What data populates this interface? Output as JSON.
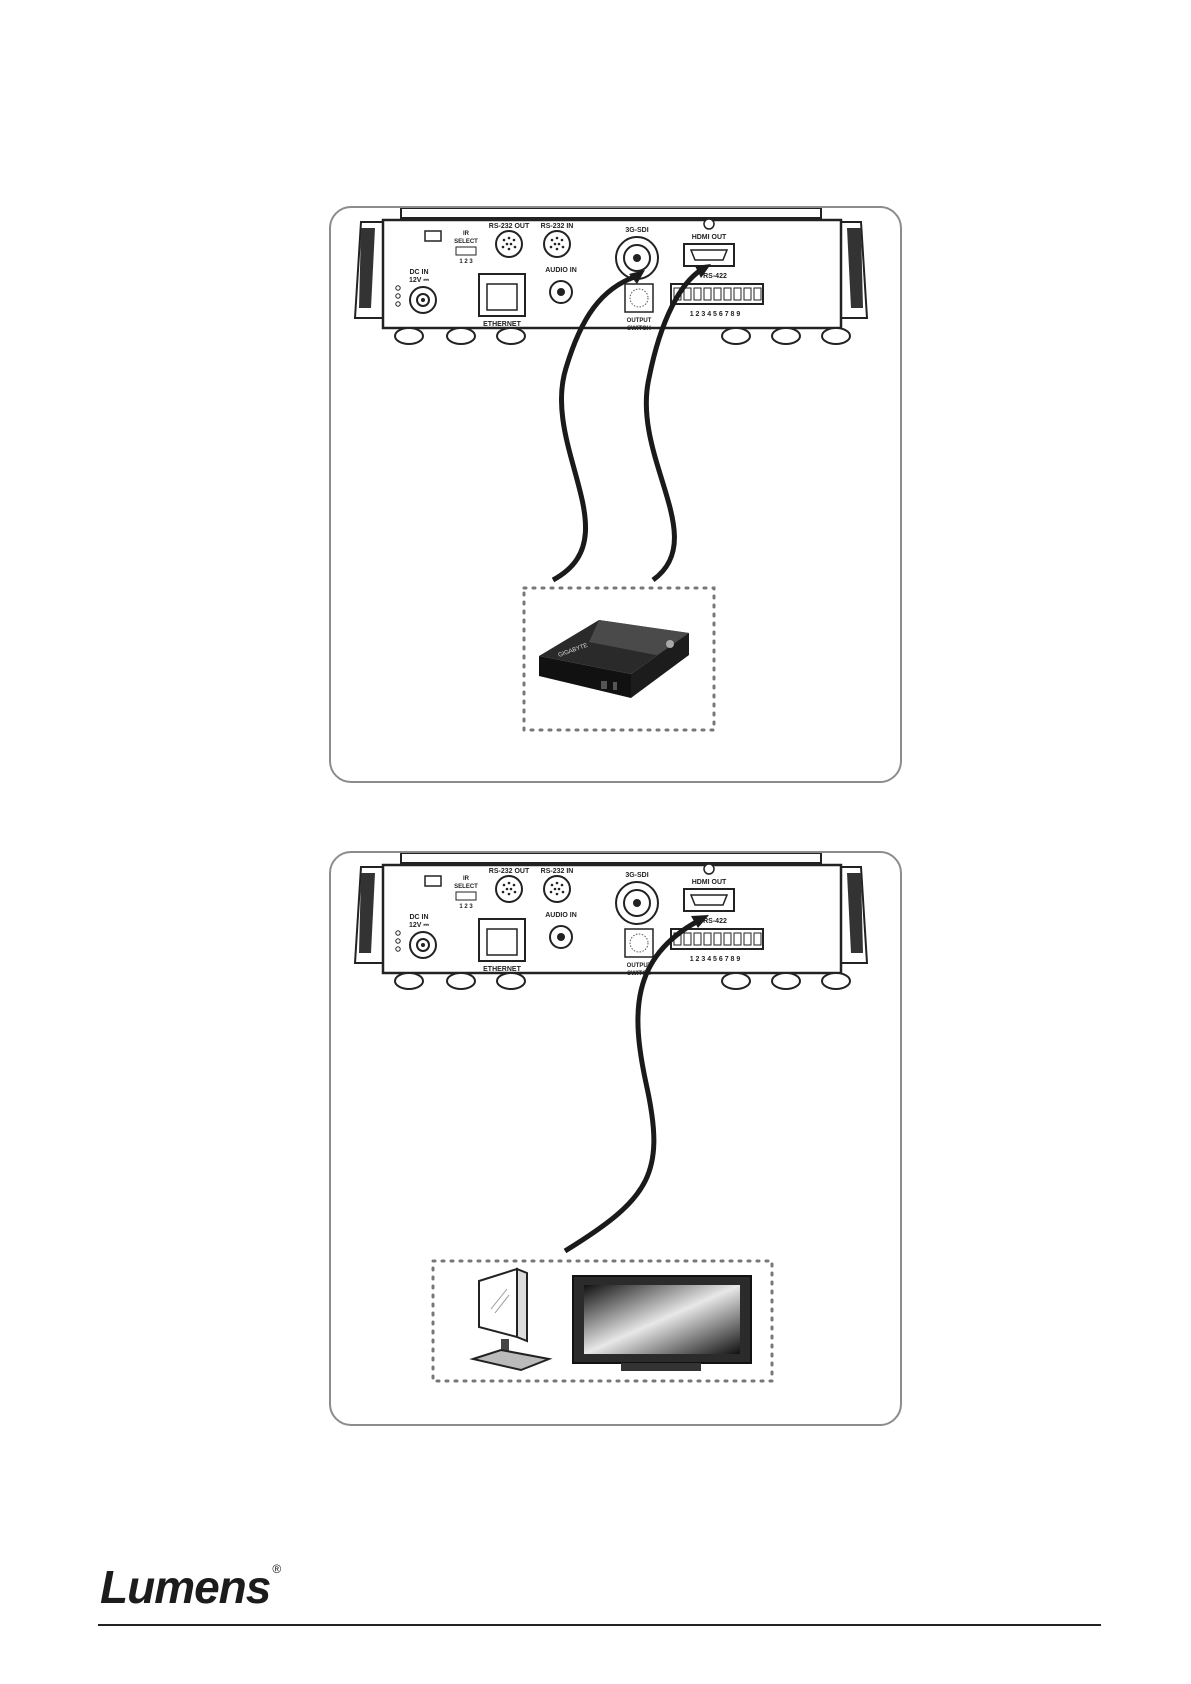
{
  "camera_rear_labels": {
    "rs232_out": "RS-232 OUT",
    "rs232_in": "RS-232 IN",
    "ir": "IR",
    "select": "SELECT",
    "select_numbers": "1 2 3",
    "sdi": "3G-SDI",
    "hdmi_out": "HDMI OUT",
    "dc_in": "DC IN",
    "voltage": "12V ⎓",
    "ethernet": "ETHERNET",
    "audio_in": "AUDIO IN",
    "rs422": "RS-422",
    "rs422_pins": "1 2 3 4 5 6 7 8 9",
    "output_switch_line1": "OUTPUT",
    "output_switch_line2": "SWITCH"
  },
  "pc_brand": "GIGABYTE",
  "footer": {
    "brand": "Lumens",
    "registered": "®"
  },
  "colors": {
    "line": "#1a1a1a",
    "panel_border": "#8c8c8c",
    "dotted_border": "#777777"
  }
}
